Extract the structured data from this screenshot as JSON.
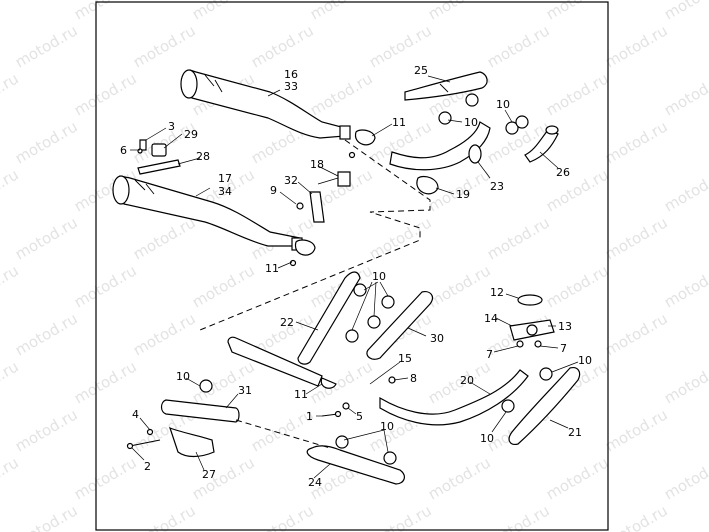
{
  "watermark": "motod.ru",
  "colors": {
    "frame": "#000000",
    "watermark": "#e3e3e3",
    "background": "#ffffff"
  },
  "callouts": {
    "c1": "1",
    "c2": "2",
    "c3": "3",
    "c4": "4",
    "c5": "5",
    "c6": "6",
    "c7a": "7",
    "c7b": "7",
    "c8": "8",
    "c9": "9",
    "c10a": "10",
    "c10b": "10",
    "c10c": "10",
    "c10d": "10",
    "c10e": "10",
    "c10f": "10",
    "c10g": "10",
    "c11a": "11",
    "c11b": "11",
    "c11c": "11",
    "c12": "12",
    "c13": "13",
    "c14": "14",
    "c15": "15",
    "c16": "16",
    "c17": "17",
    "c18": "18",
    "c19": "19",
    "c20": "20",
    "c21": "21",
    "c22": "22",
    "c23": "23",
    "c24": "24",
    "c25": "25",
    "c26": "26",
    "c27": "27",
    "c28": "28",
    "c29": "29",
    "c30": "30",
    "c31": "31",
    "c32": "32",
    "c33": "33",
    "c34": "34"
  }
}
